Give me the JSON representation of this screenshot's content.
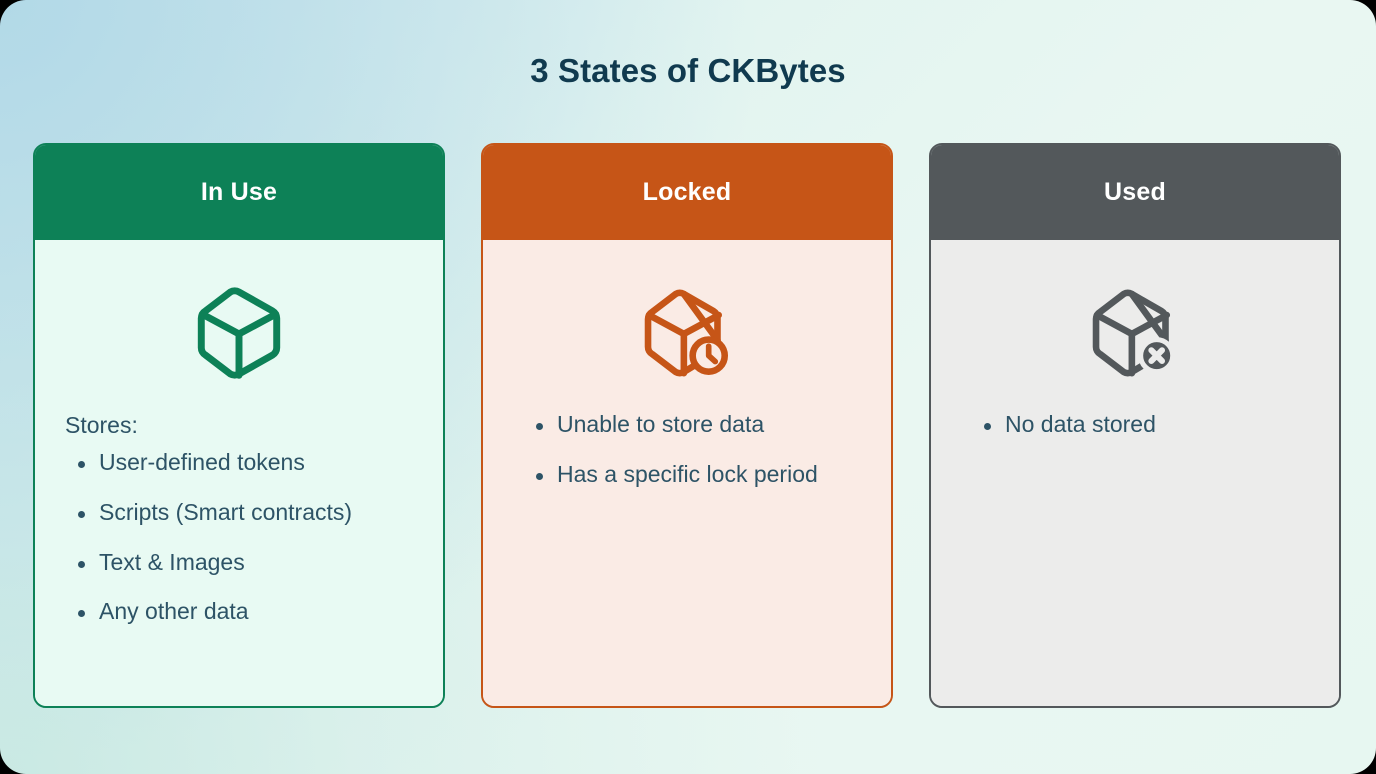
{
  "page": {
    "title": "3 States of CKBytes",
    "background_gradient_from": "#b2d9e7",
    "background_gradient_to": "#e9f7f2",
    "title_color": "#103a4f",
    "body_text_color": "#2d5366"
  },
  "cards": [
    {
      "id": "in-use",
      "header": "In Use",
      "accent": "#0d8157",
      "body_bg": "#e8faf3",
      "icon": "box-icon",
      "intro": "Stores:",
      "bullets": [
        "User-defined tokens",
        "Scripts (Smart contracts)",
        "Text & Images",
        "Any other data"
      ]
    },
    {
      "id": "locked",
      "header": "Locked",
      "accent": "#c65517",
      "body_bg": "#faebe5",
      "icon": "box-clock-icon",
      "intro": "",
      "bullets": [
        "Unable to store data",
        "Has a specific lock period"
      ]
    },
    {
      "id": "used",
      "header": "Used",
      "accent": "#53585b",
      "body_bg": "#ececeb",
      "icon": "box-x-icon",
      "intro": "",
      "bullets": [
        "No data stored"
      ]
    }
  ]
}
